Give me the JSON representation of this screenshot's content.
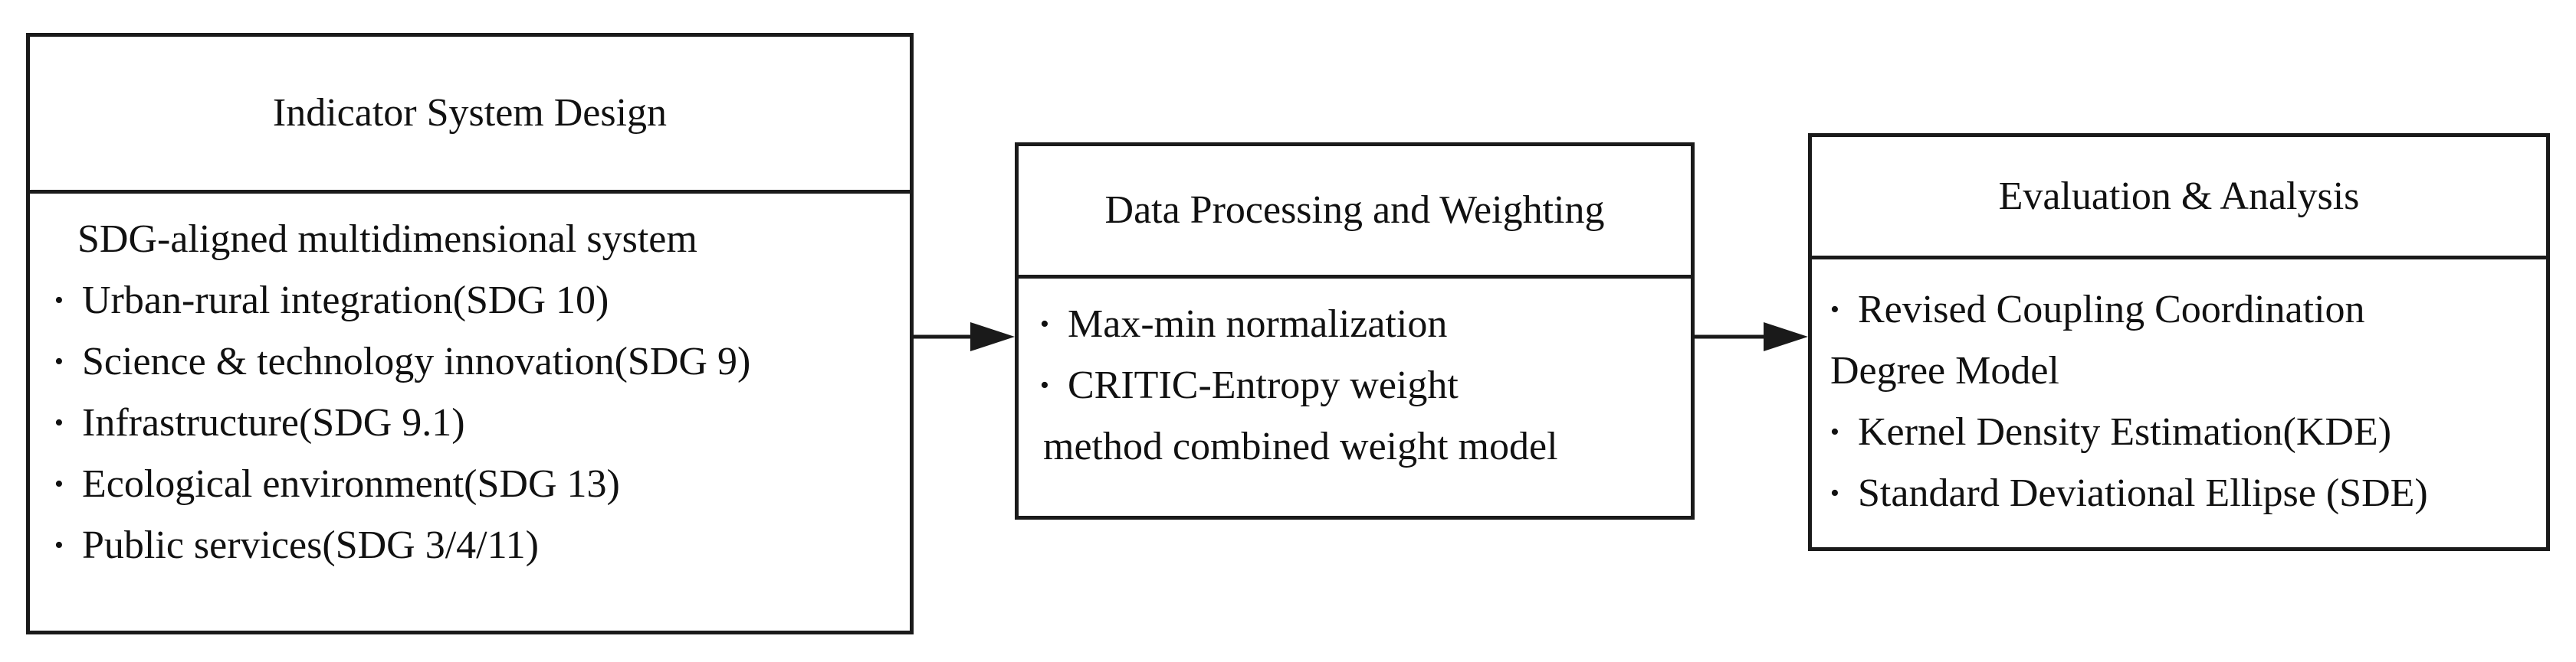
{
  "boxes": {
    "indicator": {
      "title": "Indicator System Design",
      "subtitle": "SDG-aligned multidimensional system",
      "items": [
        "Urban-rural integration(SDG 10)",
        "Science & technology innovation(SDG 9)",
        "Infrastructure(SDG 9.1)",
        "Ecological environment(SDG 13)",
        "Public services(SDG 3/4/11)"
      ]
    },
    "processing": {
      "title": "Data Processing and Weighting",
      "items": [
        "Max-min normalization",
        "CRITIC-Entropy weight"
      ],
      "item2_cont": "method combined weight model"
    },
    "evaluation": {
      "title": "Evaluation & Analysis",
      "items": [
        "Revised Coupling Coordination",
        "Kernel Density Estimation(KDE)",
        "Standard Deviational Ellipse (SDE)"
      ],
      "item1_cont": "Degree Model"
    }
  },
  "bullet_symbol": "•",
  "colors": {
    "stroke": "#1a1a1a",
    "text": "#111111",
    "background": "#ffffff"
  }
}
